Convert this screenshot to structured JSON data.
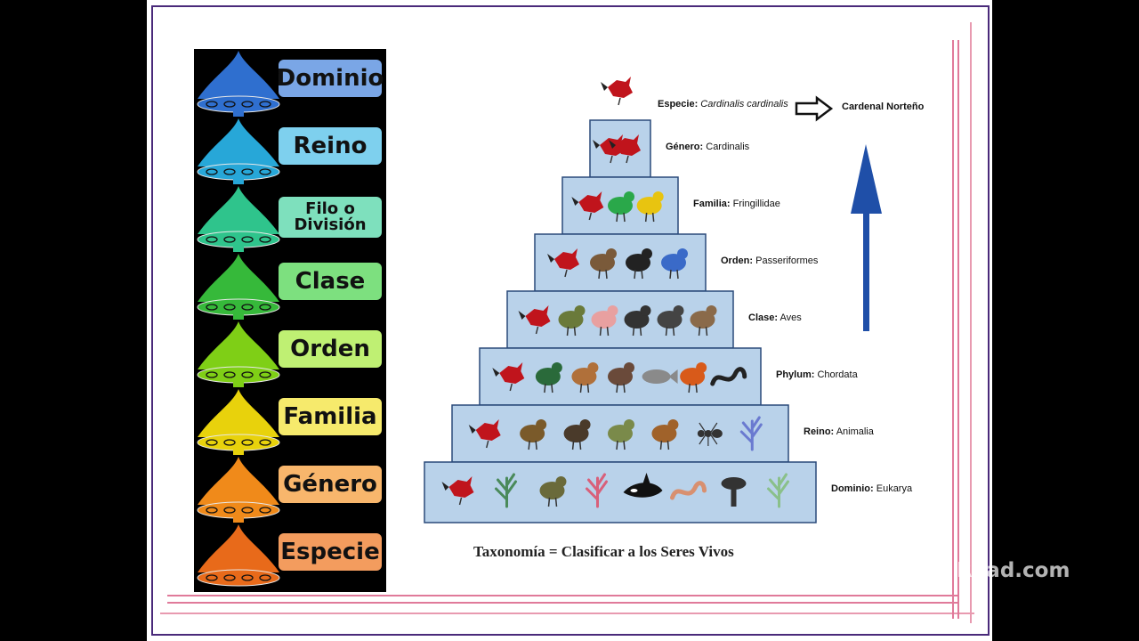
{
  "left_ranks": [
    {
      "label": "Dominio",
      "color": "#2f6fcf",
      "label_bg": "#7aa6e6",
      "lines": [
        "Dominio"
      ]
    },
    {
      "label": "Reino",
      "color": "#27a7d8",
      "label_bg": "#7ed0ee",
      "lines": [
        "Reino"
      ]
    },
    {
      "label": "Filo o División",
      "color": "#2fc48c",
      "label_bg": "#7ee0bd",
      "lines": [
        "Filo o",
        "División"
      ]
    },
    {
      "label": "Clase",
      "color": "#36b93a",
      "label_bg": "#7de07f",
      "lines": [
        "Clase"
      ]
    },
    {
      "label": "Orden",
      "color": "#7fcf16",
      "label_bg": "#bff073",
      "lines": [
        "Orden"
      ]
    },
    {
      "label": "Familia",
      "color": "#e8d20c",
      "label_bg": "#f6ea6c",
      "lines": [
        "Familia"
      ]
    },
    {
      "label": "Género",
      "color": "#f08a1a",
      "label_bg": "#f8b66c",
      "lines": [
        "Género"
      ]
    },
    {
      "label": "Especie",
      "color": "#e86a1a",
      "label_bg": "#f39c5e",
      "lines": [
        "Especie"
      ]
    }
  ],
  "pyramid": {
    "top": {
      "caption_bold": "Especie:",
      "caption_italic": "Cardinalis cardinalis",
      "arrow_icon": "hollow-right-arrow",
      "common_name": "Cardenal Norteño"
    },
    "tiers": [
      {
        "name_bold": "Género:",
        "name_text": "Cardinalis",
        "animals": [
          "cardinal-icon",
          "cardinal-icon"
        ]
      },
      {
        "name_bold": "Familia:",
        "name_text": "Fringillidae",
        "animals": [
          "cardinal-icon",
          "parrot-icon",
          "yellow-finch-icon"
        ]
      },
      {
        "name_bold": "Orden:",
        "name_text": "Passeriformes",
        "animals": [
          "cardinal-icon",
          "sparrow-icon",
          "blackbird-icon",
          "blue-jay-icon"
        ]
      },
      {
        "name_bold": "Clase:",
        "name_text": "Aves",
        "animals": [
          "cardinal-icon",
          "duck-icon",
          "flamingo-icon",
          "swallow-icon",
          "magpie-icon",
          "heron-icon"
        ]
      },
      {
        "name_bold": "Phylum:",
        "name_text": "Chordata",
        "animals": [
          "cardinal-icon",
          "turtle-icon",
          "kangaroo-icon",
          "otter-icon",
          "fish-icon",
          "frog-icon",
          "snake-icon"
        ]
      },
      {
        "name_bold": "Reino:",
        "name_text": "Animalia",
        "animals": [
          "cardinal-icon",
          "horseshoe-crab-icon",
          "turkey-icon",
          "snail-icon",
          "monkey-icon",
          "ant-icon",
          "sponge-icon"
        ]
      },
      {
        "name_bold": "Dominio:",
        "name_text": "Eukarya",
        "animals": [
          "cardinal-icon",
          "plant-icon",
          "leaf-icon",
          "coral-icon",
          "orca-icon",
          "worm-icon",
          "mushroom-icon",
          "algae-icon"
        ]
      }
    ],
    "arrow_color": "#1f4fa8"
  },
  "footer_title": "Taxonomía = Clasificar a los Seres Vivos",
  "watermark": "Read.com"
}
